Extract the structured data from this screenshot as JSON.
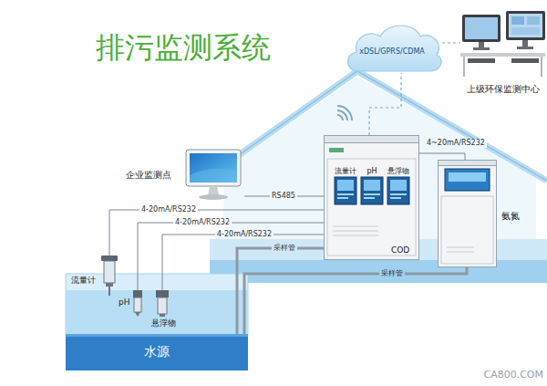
{
  "diagram": {
    "title": "排污监测系统",
    "nodes": [
      {
        "text": [
          "xDSL/GPRS/CDMA"
        ]
      },
      {
        "text": [
          "上级环保监测中心"
        ]
      },
      {
        "text": [
          "企业监测点"
        ]
      },
      {
        "text": [
          "COD"
        ]
      },
      {
        "text": [
          "流量计"
        ],
        "in": 3
      },
      {
        "text": [
          "pH"
        ],
        "in": 3
      },
      {
        "text": [
          "悬浮物"
        ],
        "in": 3
      },
      {
        "text": [
          "氨氮"
        ]
      },
      {
        "text": [
          "流量计"
        ]
      },
      {
        "text": [
          "pH"
        ]
      },
      {
        "text": [
          "悬浮物"
        ]
      },
      {
        "text": [
          "水源"
        ]
      }
    ],
    "edges": [
      {
        "from": 3,
        "to": 0,
        "arrow": "none"
      },
      {
        "from": 0,
        "to": 1,
        "arrow": "none"
      },
      {
        "from": 2,
        "to": 3,
        "label": "RS485",
        "arrow": "none"
      },
      {
        "from": 8,
        "to": 3,
        "label": "4-20mA/RS232",
        "arrow": "none"
      },
      {
        "from": 9,
        "to": 3,
        "label": "4-20mA/RS232",
        "arrow": "none"
      },
      {
        "from": 10,
        "to": 3,
        "label": "4-20mA/RS232",
        "arrow": "none"
      },
      {
        "from": 7,
        "to": 3,
        "label": "4~20mA/RS232",
        "arrow": "none"
      },
      {
        "from": 11,
        "to": 3,
        "label": "采样管",
        "arrow": "none"
      },
      {
        "from": 11,
        "to": 7,
        "label": "采样管",
        "arrow": "none"
      }
    ],
    "labels": [
      "CA800.COM"
    ]
  }
}
